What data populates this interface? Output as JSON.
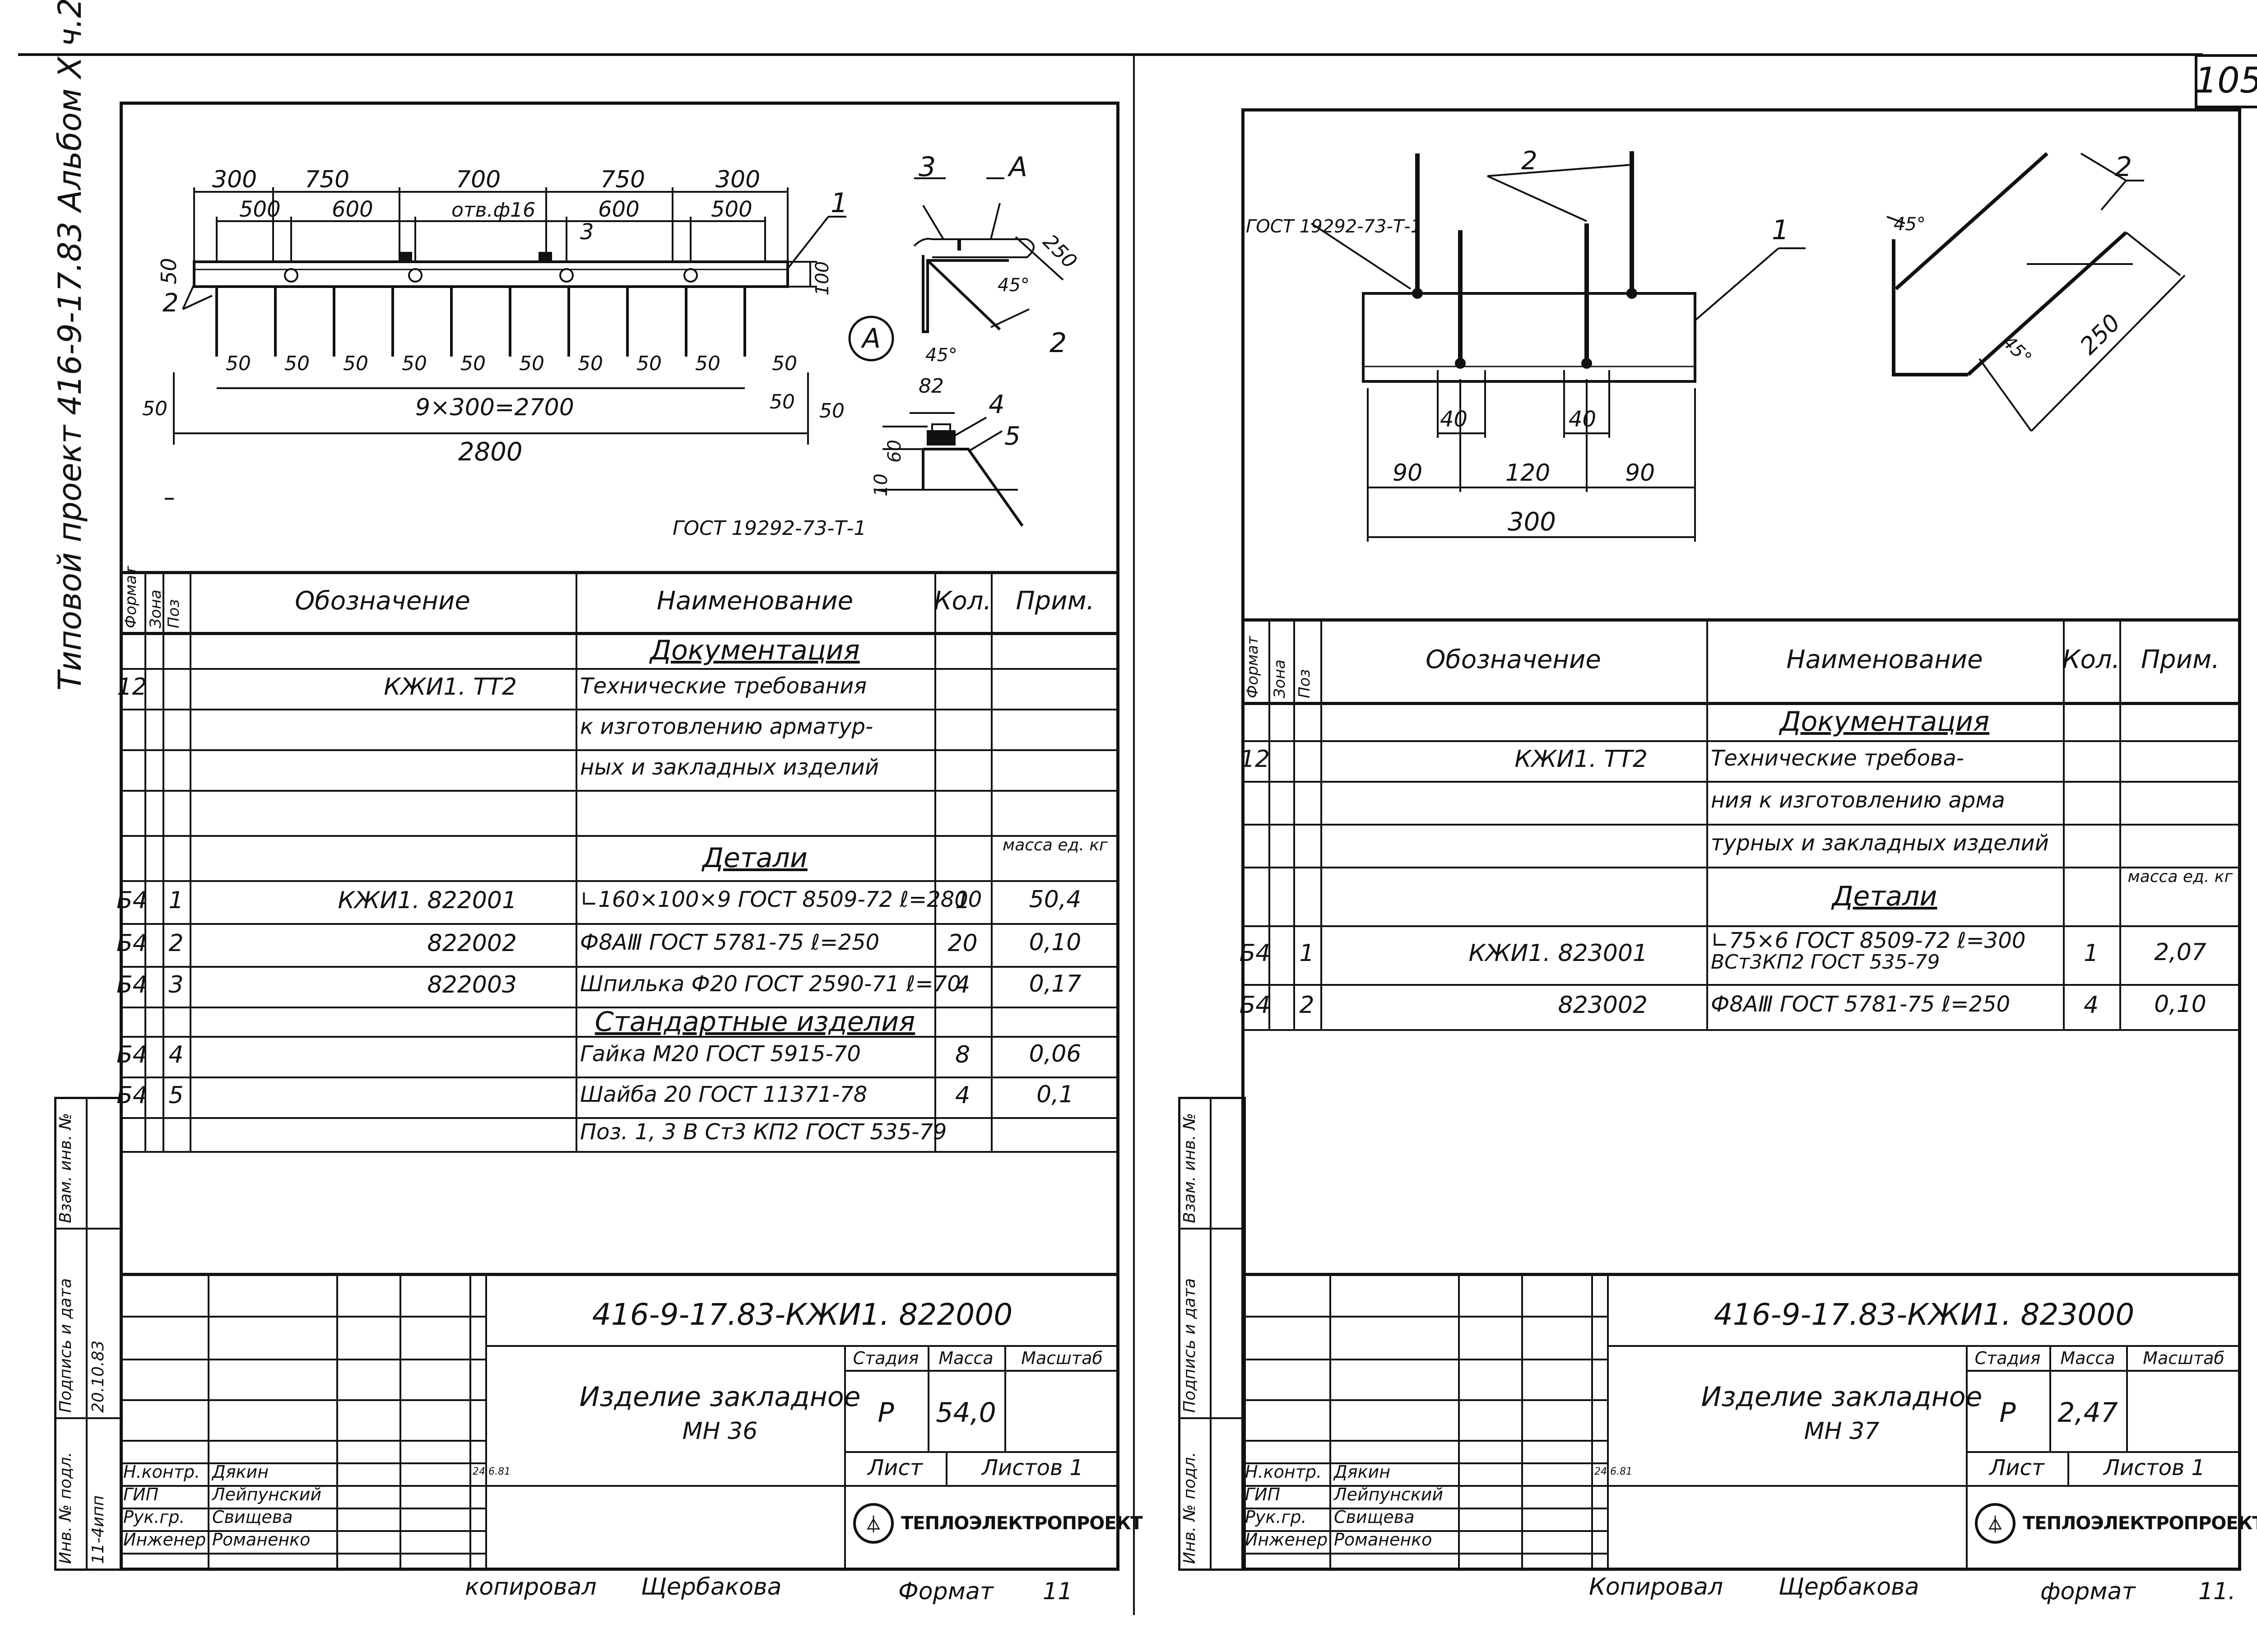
{
  "page": {
    "number": "105",
    "album_title": "Типовой проект 416-9-17.83 Альбом X ч.2",
    "bottom_left": {
      "copied_label": "копировал",
      "copied_by": "Щербакова",
      "format_label": "Формат",
      "format_value": "11"
    },
    "bottom_right": {
      "copied_label": "Копировал",
      "copied_by": "Щербакова",
      "format_label": "формат",
      "format_value": "11."
    }
  },
  "left_sheet": {
    "drawing": {
      "top_dims": [
        "300",
        "750",
        "700",
        "750",
        "300"
      ],
      "sub_dims": [
        "500",
        "600",
        "600",
        "500"
      ],
      "hole_label": "отв.ф16",
      "leader_3": "3",
      "leader_1": "1",
      "leader_2": "2",
      "leader_A": "A",
      "pitch_dims": [
        "50",
        "50",
        "50",
        "50",
        "50",
        "50",
        "50",
        "50",
        "50",
        "50"
      ],
      "side_50_left": "50",
      "side_50_right": "50",
      "side_50_low_left": "50",
      "side_50_low_right": "50",
      "height_100": "100",
      "pitch_total": "9×300=2700",
      "total_length": "2800",
      "view_A_callout": "А",
      "view_A_dim_250": "250",
      "view_A_angle_1": "45°",
      "view_A_angle_2": "45°",
      "detail_dims": [
        "82",
        "10",
        "60"
      ],
      "detail_4": "4",
      "detail_5": "5",
      "gost_note": "ГОСТ 19292-73-Т-1"
    },
    "spec": {
      "headers": {
        "format": "Формат",
        "zone": "Зона",
        "pos": "Поз",
        "designation": "Обозначение",
        "name": "Наименование",
        "qty": "Кол.",
        "note": "Прим."
      },
      "rows": [
        {
          "format": "",
          "pos": "",
          "designation": "",
          "name": "Документация",
          "qty": "",
          "note": ""
        },
        {
          "format": "12",
          "pos": "",
          "designation": "КЖИ1. ТТ2",
          "name": "Технические требования",
          "qty": "",
          "note": ""
        },
        {
          "format": "",
          "pos": "",
          "designation": "",
          "name": "к изготовлению арматур-",
          "qty": "",
          "note": ""
        },
        {
          "format": "",
          "pos": "",
          "designation": "",
          "name": "ных и закладных изделий",
          "qty": "",
          "note": ""
        },
        {
          "format": "",
          "pos": "",
          "designation": "",
          "name": "",
          "qty": "",
          "note": ""
        },
        {
          "format": "",
          "pos": "",
          "designation": "",
          "name": "Детали",
          "qty": "",
          "note": "масса ед. кг"
        },
        {
          "format": "Б4",
          "pos": "1",
          "designation": "КЖИ1. 822001",
          "name": "∟160×100×9 ГОСТ 8509-72 ℓ=2800",
          "qty": "1",
          "note": "50,4"
        },
        {
          "format": "Б4",
          "pos": "2",
          "designation": "822002",
          "name": "Ф8АⅢ ГОСТ 5781-75 ℓ=250",
          "qty": "20",
          "note": "0,10"
        },
        {
          "format": "Б4",
          "pos": "3",
          "designation": "822003",
          "name": "Шпилька Ф20 ГОСТ 2590-71 ℓ=70",
          "qty": "4",
          "note": "0,17"
        },
        {
          "format": "",
          "pos": "",
          "designation": "",
          "name": "Стандартные изделия",
          "qty": "",
          "note": ""
        },
        {
          "format": "Б4",
          "pos": "4",
          "designation": "",
          "name": "Гайка М20 ГОСТ 5915-70",
          "qty": "8",
          "note": "0,06"
        },
        {
          "format": "Б4",
          "pos": "5",
          "designation": "",
          "name": "Шайба 20 ГОСТ 11371-78",
          "qty": "4",
          "note": "0,1"
        },
        {
          "format": "",
          "pos": "",
          "designation": "",
          "name": "Поз. 1, 3 В Ст3 КП2 ГОСТ 535-79",
          "qty": "",
          "note": ""
        }
      ]
    },
    "title_block": {
      "code": "416-9-17.83-КЖИ1. 822000",
      "product_name": "Изделие закладное",
      "product_mark": "МН 36",
      "stage_label": "Стадия",
      "mass_label": "Масса",
      "scale_label": "Масштаб",
      "stage": "Р",
      "mass": "54,0",
      "sheet_label": "Лист",
      "sheets_label": "Листов 1",
      "org": "ТЕПЛОЭЛЕКТРОПРОЕКТ",
      "people": [
        {
          "role": "Н.контр.",
          "name": "Дякин"
        },
        {
          "role": "ГИП",
          "name": "Лейпунский"
        },
        {
          "role": "Рук.гр.",
          "name": "Свищева"
        },
        {
          "role": "Инженер",
          "name": "Романенко"
        }
      ],
      "date": "24.6.81"
    },
    "margin": {
      "inv_podl": "Инв. № подл.",
      "inv_value": "11-4ипп",
      "sign_date": "Подпись и дата",
      "sign_value": "20.10.83",
      "vzam": "Взам. инв. №"
    }
  },
  "right_sheet": {
    "drawing": {
      "gost_note": "ГОСТ 19292-73-Т-1",
      "leader_2_top": "2",
      "leader_1": "1",
      "leader_2_right": "2",
      "dims_40": [
        "40",
        "40"
      ],
      "dims_bottom": [
        "90",
        "120",
        "90"
      ],
      "total": "300",
      "angle_1": "45°",
      "angle_2": "45°",
      "dim_250": "250"
    },
    "spec": {
      "headers": {
        "format": "Формат",
        "zone": "Зона",
        "pos": "Поз",
        "designation": "Обозначение",
        "name": "Наименование",
        "qty": "Кол.",
        "note": "Прим."
      },
      "rows": [
        {
          "format": "",
          "pos": "",
          "designation": "",
          "name": "Документация",
          "qty": "",
          "note": ""
        },
        {
          "format": "12",
          "pos": "",
          "designation": "КЖИ1. ТТ2",
          "name": "Технические требова-",
          "qty": "",
          "note": ""
        },
        {
          "format": "",
          "pos": "",
          "designation": "",
          "name": "ния к изготовлению арма",
          "qty": "",
          "note": ""
        },
        {
          "format": "",
          "pos": "",
          "designation": "",
          "name": "турных и закладных изделий",
          "qty": "",
          "note": ""
        },
        {
          "format": "",
          "pos": "",
          "designation": "",
          "name": "Детали",
          "qty": "",
          "note": "масса ед. кг"
        },
        {
          "format": "Б4",
          "pos": "1",
          "designation": "КЖИ1. 823001",
          "name": "∟75×6 ГОСТ 8509-72 ℓ=300",
          "name2": "ВСт3КП2 ГОСТ 535-79",
          "qty": "1",
          "note": "2,07"
        },
        {
          "format": "Б4",
          "pos": "2",
          "designation": "823002",
          "name": "Ф8АⅢ ГОСТ 5781-75 ℓ=250",
          "qty": "4",
          "note": "0,10"
        }
      ]
    },
    "title_block": {
      "code": "416-9-17.83-КЖИ1. 823000",
      "product_name": "Изделие закладное",
      "product_mark": "МН 37",
      "stage_label": "Стадия",
      "mass_label": "Масса",
      "scale_label": "Масштаб",
      "stage": "Р",
      "mass": "2,47",
      "sheet_label": "Лист",
      "sheets_label": "Листов 1",
      "org": "ТЕПЛОЭЛЕКТРОПРОЕКТ",
      "people": [
        {
          "role": "Н.контр.",
          "name": "Дякин"
        },
        {
          "role": "ГИП",
          "name": "Лейпунский"
        },
        {
          "role": "Рук.гр.",
          "name": "Свищева"
        },
        {
          "role": "Инженер",
          "name": "Романенко"
        }
      ],
      "date": "24.6.81"
    },
    "margin": {
      "inv_podl": "Инв. № подл.",
      "sign_date": "Подпись и дата",
      "vzam": "Взам. инв. №"
    }
  }
}
